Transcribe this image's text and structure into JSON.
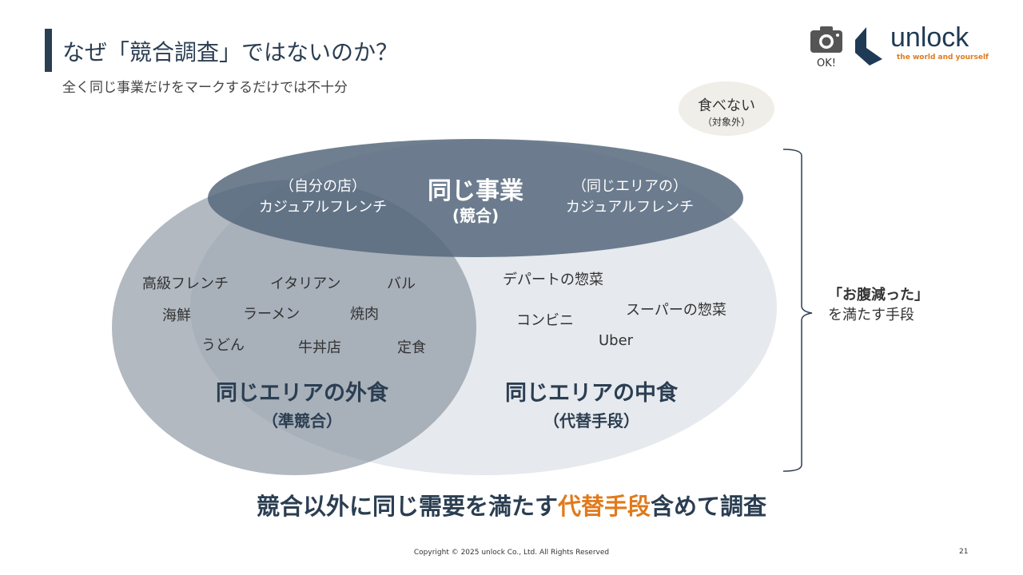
{
  "header": {
    "title": "なぜ「競合調査」ではないのか？",
    "subtitle": "全く同じ事業だけをマークするだけでは不十分"
  },
  "badge": {
    "camera_label": "OK!"
  },
  "logo": {
    "name": "unlock",
    "tagline": "the world and yourself"
  },
  "out_of_scope": {
    "label": "食べない",
    "note": "（対象外）"
  },
  "top_set": {
    "title": "同じ事業",
    "sub": "(競合)",
    "left_1": "（自分の店）",
    "left_2": "カジュアルフレンチ",
    "right_1": "（同じエリアの）",
    "right_2": "カジュアルフレンチ"
  },
  "left_set": {
    "title": "同じエリアの外食",
    "sub": "（準競合）",
    "items": [
      "高級フレンチ",
      "イタリアン",
      "バル",
      "海鮮",
      "ラーメン",
      "焼肉",
      "うどん",
      "牛丼店",
      "定食"
    ]
  },
  "right_set": {
    "title": "同じエリアの中食",
    "sub": "（代替手段）",
    "items": [
      "デパートの惣菜",
      "スーパーの惣菜",
      "コンビニ",
      "Uber"
    ]
  },
  "brace_label": {
    "line1": "「お腹減った」",
    "line2": "を満たす手段"
  },
  "conclusion": {
    "pre": "競合以外に同じ需要を満たす",
    "highlight": "代替手段",
    "post": "含めて調査"
  },
  "footer": {
    "copyright": "Copyright © 2025 unlock Co., Ltd. All Rights Reserved",
    "page": "21"
  },
  "colors": {
    "navy": "#2b3e52",
    "accent": "#e07a1c"
  }
}
